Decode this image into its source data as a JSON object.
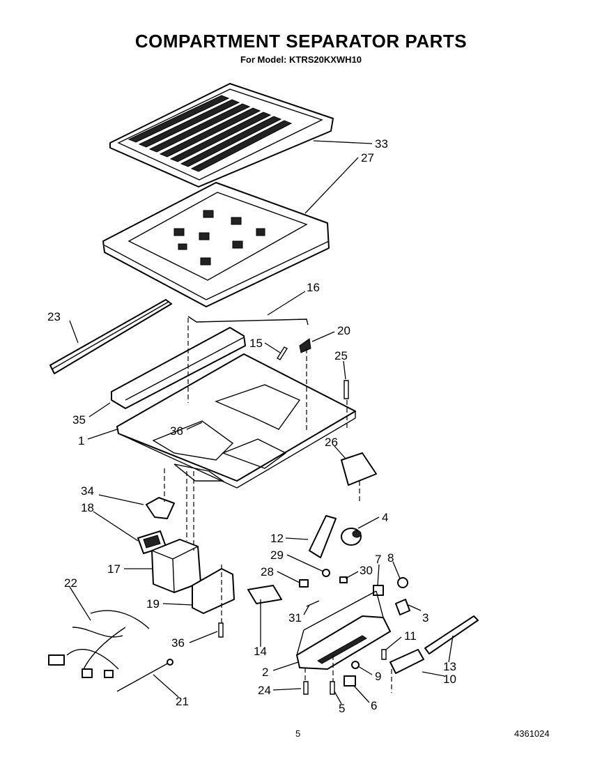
{
  "header": {
    "title": "COMPARTMENT SEPARATOR PARTS",
    "model_line": "For Model: KTRS20KXWH10"
  },
  "footer": {
    "page_number": "5",
    "document_number": "4361024"
  },
  "callouts": {
    "c33": "33",
    "c27": "27",
    "c16": "16",
    "c23": "23",
    "c20": "20",
    "c15": "15",
    "c25": "25",
    "c35": "35",
    "c36a": "36",
    "c1": "1",
    "c26": "26",
    "c34": "34",
    "c18": "18",
    "c4": "4",
    "c12": "12",
    "c29": "29",
    "c7": "7",
    "c8": "8",
    "c28": "28",
    "c30": "30",
    "c17": "17",
    "c22": "22",
    "c19": "19",
    "c31": "31",
    "c3": "3",
    "c11": "11",
    "c36b": "36",
    "c14": "14",
    "c13": "13",
    "c2": "2",
    "c9": "9",
    "c10": "10",
    "c24": "24",
    "c5": "5",
    "c6": "6",
    "c21": "21"
  }
}
